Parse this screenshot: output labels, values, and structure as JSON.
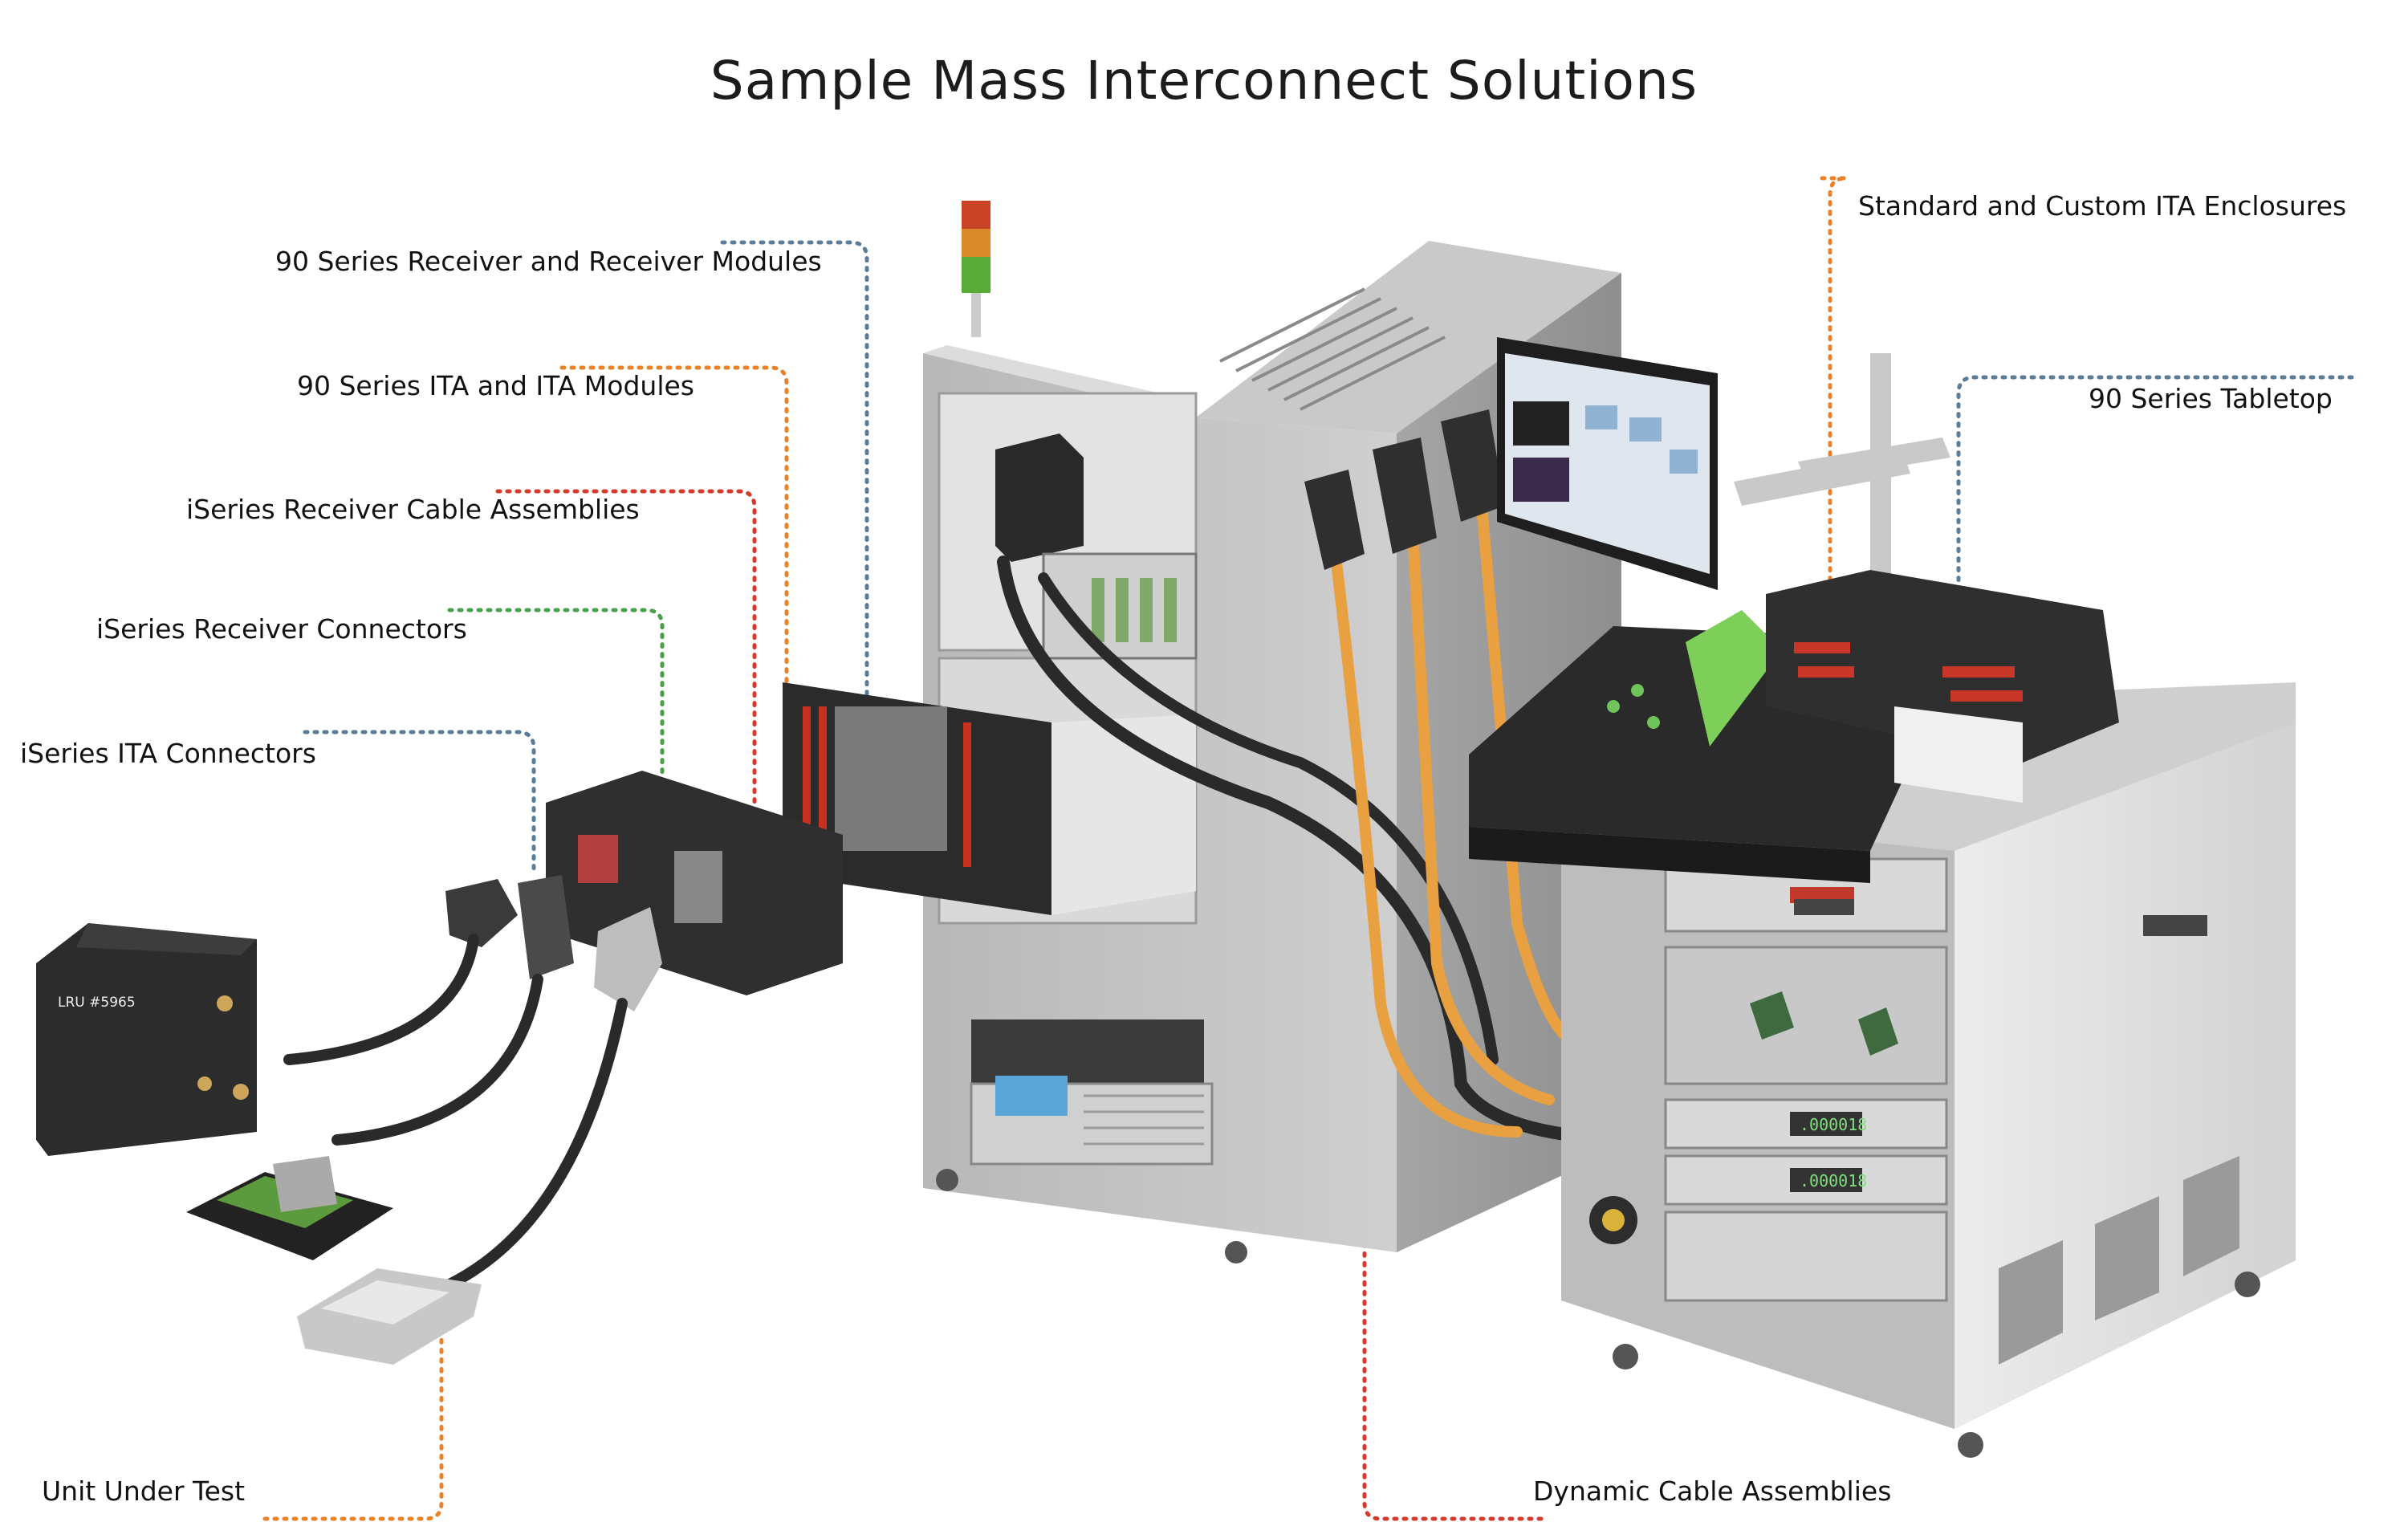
{
  "title": "Sample Mass Interconnect Solutions",
  "labels": {
    "receiver_modules": "90 Series Receiver and Receiver Modules",
    "ita_modules": "90 Series ITA and ITA Modules",
    "receiver_cable": "iSeries Receiver Cable Assemblies",
    "receiver_connectors": "iSeries Receiver Connectors",
    "ita_connectors": "iSeries ITA Connectors",
    "enclosures": "Standard and Custom ITA Enclosures",
    "tabletop": "90 Series Tabletop",
    "uut": "Unit Under Test",
    "dynamic_cable": "Dynamic Cable Assemblies"
  },
  "device_text": {
    "lru": "LRU #5965",
    "readout_1": ".000018",
    "readout_2": ".000018"
  },
  "colors": {
    "blue_leader": "#5b7c99",
    "orange_leader": "#e8822a",
    "red_leader": "#d63a2a",
    "green_leader": "#4aa04a",
    "cable_orange": "#e8a040"
  }
}
